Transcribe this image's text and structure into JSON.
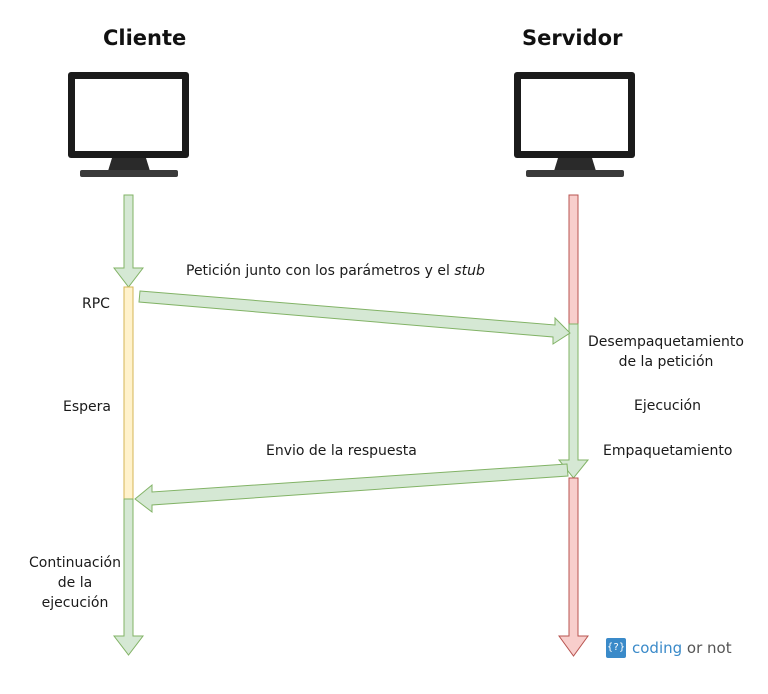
{
  "client": {
    "title": "Cliente"
  },
  "server": {
    "title": "Servidor"
  },
  "labels": {
    "rpc": "RPC",
    "wait": "Espera",
    "continue_line1": "Continuación",
    "continue_line2": "de la",
    "continue_line3": "ejecución",
    "unpack_line1": "Desempaquetamiento",
    "unpack_line2": "de la petición",
    "exec": "Ejecución",
    "pack": "Empaquetamiento"
  },
  "messages": {
    "request_prefix": "Petición junto con los parámetros y el ",
    "request_italic": "stub",
    "response": "Envio de la respuesta"
  },
  "brand": {
    "icon": "{?}",
    "highlight": "coding",
    "rest": " or not"
  },
  "colors": {
    "active": "#d5e8d4",
    "active_stroke": "#82b366",
    "waiting": "#fff2cc",
    "waiting_stroke": "#d6b656",
    "idle": "#f8cecc",
    "idle_stroke": "#b85450",
    "brand": "#3a8ac9"
  }
}
